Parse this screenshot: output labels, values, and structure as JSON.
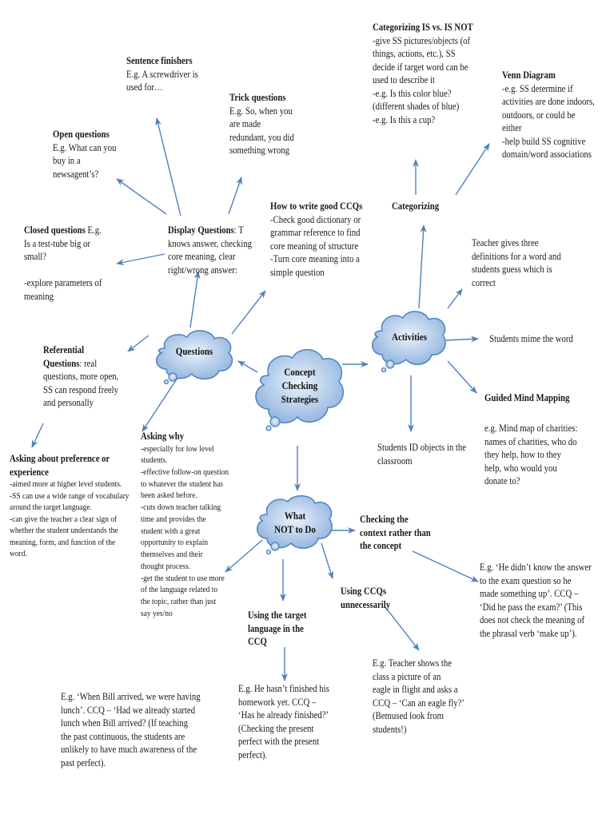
{
  "clouds": {
    "center": [
      "Concept",
      "Checking",
      "Strategies"
    ],
    "questions": [
      "Questions"
    ],
    "activities": [
      "Activities"
    ],
    "whatnot": [
      "What",
      "NOT to Do"
    ]
  },
  "blocks": {
    "sentence": {
      "title": "Sentence finishers",
      "lines": [
        "E.g. A screwdriver is",
        "used for…"
      ]
    },
    "trick": {
      "title": "Trick questions",
      "lines": [
        "E.g. So, when you",
        "are made",
        "redundant, you did",
        "something wrong"
      ]
    },
    "open": {
      "title": "Open questions",
      "lines": [
        "E.g. What can you",
        "buy in a",
        "newsagent’s?"
      ]
    },
    "closed": {
      "title": "Closed questions",
      "title_suffix": "  E.g.",
      "lines": [
        "Is a test-tube big or",
        "small?",
        "",
        "-explore parameters of",
        "meaning"
      ]
    },
    "display": {
      "title": "Display Questions",
      "title_suffix": ": T",
      "lines": [
        "knows answer, checking",
        "core meaning, clear",
        "right/wrong answer:"
      ]
    },
    "howto": {
      "title": "How to write good CCQs",
      "lines": [
        "-Check good dictionary or",
        "grammar reference to find",
        "core meaning of structure",
        "-Turn core meaning into a",
        "simple question"
      ]
    },
    "categorizing_is": {
      "title": "Categorizing IS vs. IS NOT",
      "lines": [
        "-give SS pictures/objects (of",
        "things, actions, etc.), SS",
        "decide if target word can be",
        "used to describe it",
        "-e.g. Is this color blue?",
        "(different shades of blue)",
        "-e.g. Is this a cup?"
      ]
    },
    "venn": {
      "title": "Venn Diagram",
      "lines": [
        "-e.g. SS determine if",
        "activities are done indoors,",
        "outdoors, or could be",
        "either",
        "-help build SS cognitive",
        "domain/word associations"
      ]
    },
    "categorizing": {
      "title": "Categorizing",
      "lines": []
    },
    "three_defs": {
      "title": "",
      "lines": [
        "Teacher gives three",
        "definitions for a word and",
        "students guess which is",
        "correct"
      ]
    },
    "mime": {
      "title": "",
      "lines": [
        "Students mime the word"
      ]
    },
    "mindmap": {
      "title": "Guided Mind Mapping",
      "lines": []
    },
    "mindmap_eg": {
      "title": "",
      "lines": [
        "e.g. Mind map of charities:",
        "names of charities, who do",
        "they help, how to they",
        "help, who would you",
        "donate to?"
      ]
    },
    "id_objects": {
      "title": "",
      "lines": [
        "Students ID objects in the",
        "classroom"
      ]
    },
    "referential": {
      "title": "Referential",
      "lines": [
        "Questions",
        ": real",
        "questions, more open,",
        "SS can respond freely",
        "and personally"
      ]
    },
    "preference": {
      "title": "Asking about preference or experience",
      "lines": [
        "-aimed more at higher level students.",
        "-SS can use a wide range of vocabulary",
        "around the target language.",
        "-can give the teacher a clear sign of",
        "whether the student understands the",
        "meaning, form, and function of the",
        "word."
      ]
    },
    "asking_why": {
      "title": "Asking why",
      "lines": [
        "-especially for low level",
        "students.",
        "-effective follow-on question",
        "to whatever the student has",
        "been asked before.",
        "-cuts down teacher talking",
        "time and provides the",
        "student with a great",
        "opportunity to explain",
        "themselves and their",
        "thought process.",
        "-get the student to use more",
        "of the language related to",
        "the topic, rather than just",
        "say yes/no"
      ]
    },
    "context": {
      "title": "Checking the context rather than the concept",
      "lines": []
    },
    "made_up": {
      "title": "",
      "lines": [
        "E.g. ‘He didn’t know the answer",
        "to the exam question so he",
        "made something up’.  CCQ –",
        "‘Did he pass the exam?’ (This",
        "does not check the meaning of",
        "the phrasal verb ‘make up’)."
      ]
    },
    "target_lang": {
      "title": "Using the target language in the CCQ",
      "lines": []
    },
    "unnecessary": {
      "title": "Using CCQs unnecessarily",
      "lines": []
    },
    "eagle": {
      "title": "",
      "lines": [
        "E.g.  Teacher shows the",
        "class a picture of an",
        "eagle in flight and asks a",
        "CCQ – ‘Can an eagle fly?’",
        "(Bemused look from",
        "students!)"
      ]
    },
    "homework": {
      "title": "",
      "lines": [
        "E.g. He hasn’t finished his",
        "homework yet.  CCQ –",
        "‘Has he already finished?’",
        "(Checking the present",
        "perfect with the present",
        "perfect)."
      ]
    },
    "bill": {
      "title": "",
      "lines": [
        "E.g. ‘When Bill arrived, we were having",
        "lunch’.  CCQ – ‘Had we already started",
        "lunch when Bill arrived?  (If teaching",
        "the past continuous, the students are",
        "unlikely to have much awareness of the",
        "past perfect)."
      ]
    }
  },
  "colors": {
    "arrow": "#4f81bd",
    "cloud_light": "#eaf2fb",
    "cloud_dark": "#8fb3de",
    "cloud_stroke": "#4f81bd"
  }
}
